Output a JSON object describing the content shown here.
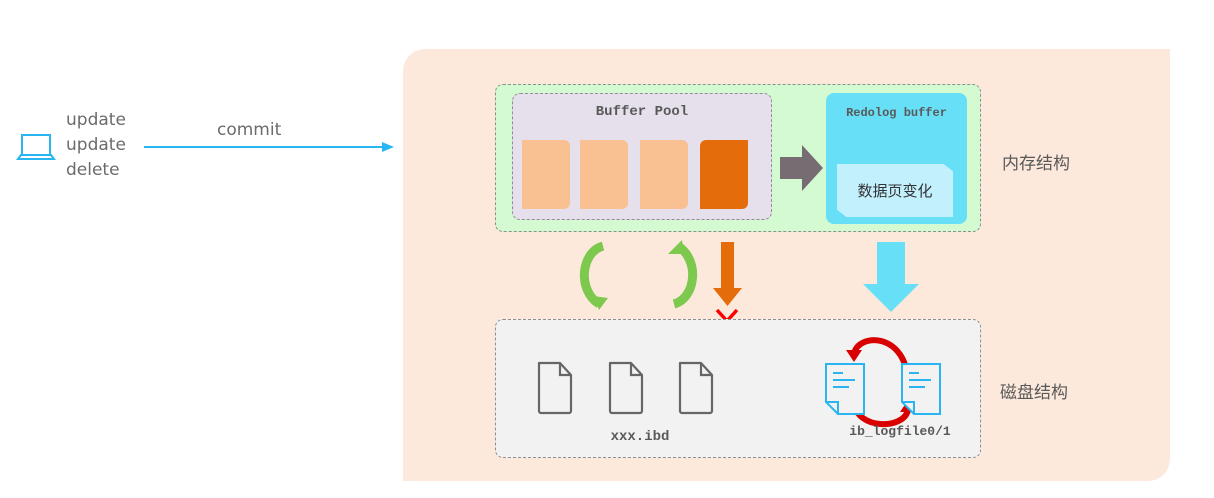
{
  "client": {
    "icon": "laptop-icon",
    "operations": [
      "update",
      "update",
      "delete"
    ],
    "commit_label": "commit"
  },
  "memory": {
    "section_label": "内存结构",
    "buffer_pool": {
      "title": "Buffer Pool",
      "pages": [
        {
          "state": "clean"
        },
        {
          "state": "clean"
        },
        {
          "state": "clean"
        },
        {
          "state": "dirty"
        }
      ]
    },
    "redolog_buffer": {
      "title": "Redolog buffer",
      "content": "数据页变化"
    }
  },
  "disk": {
    "section_label": "磁盘结构",
    "data_files_label": "xxx.ibd",
    "log_files_label": "ib_logfile0/1"
  },
  "colors": {
    "accent_blue": "#29b6f0",
    "panel": "#fde9dc",
    "memory_box": "#d3fad0",
    "buffer_pool": "#e6dfec",
    "clean_page": "#f9c192",
    "dirty_page": "#e46c0a",
    "redolog": "#67e0f7",
    "disk_box": "#f2f2f2",
    "cycle_green": "#7dc94e",
    "flush_red": "#e00000"
  }
}
